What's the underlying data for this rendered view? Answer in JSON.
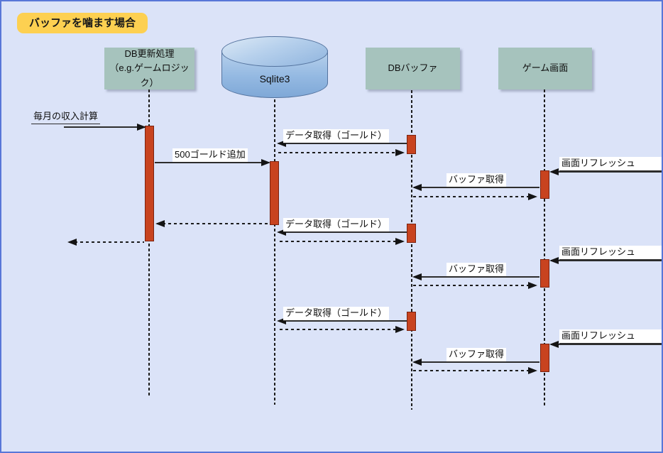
{
  "title": "バッファを噛ます場合",
  "actors": [
    {
      "id": "logic",
      "label": "DB更新処理",
      "sublabel": "（e.g.ゲームロジック）",
      "kind": "box"
    },
    {
      "id": "sqlite",
      "label": "Sqlite3",
      "sublabel": "",
      "kind": "database"
    },
    {
      "id": "buffer",
      "label": "DBバッファ",
      "sublabel": "",
      "kind": "box"
    },
    {
      "id": "screen",
      "label": "ゲーム画面",
      "sublabel": "",
      "kind": "box"
    }
  ],
  "messages": [
    {
      "label": "毎月の収入計算",
      "from": "external",
      "to": "logic",
      "style": "solid"
    },
    {
      "label": "データ取得（ゴールド）",
      "from": "buffer",
      "to": "sqlite",
      "style": "solid"
    },
    {
      "label": "",
      "from": "sqlite",
      "to": "buffer",
      "style": "dashed-return"
    },
    {
      "label": "500ゴールド追加",
      "from": "logic",
      "to": "sqlite",
      "style": "solid"
    },
    {
      "label": "画面リフレッシュ",
      "from": "external",
      "to": "screen",
      "style": "solid"
    },
    {
      "label": "バッファ取得",
      "from": "screen",
      "to": "buffer",
      "style": "solid"
    },
    {
      "label": "",
      "from": "buffer",
      "to": "screen",
      "style": "dashed-return"
    },
    {
      "label": "",
      "from": "sqlite",
      "to": "logic",
      "style": "dashed-return"
    },
    {
      "label": "データ取得（ゴールド）",
      "from": "buffer",
      "to": "sqlite",
      "style": "solid"
    },
    {
      "label": "",
      "from": "sqlite",
      "to": "buffer",
      "style": "dashed-return"
    },
    {
      "label": "",
      "from": "logic",
      "to": "external",
      "style": "dashed-return"
    },
    {
      "label": "画面リフレッシュ",
      "from": "external",
      "to": "screen",
      "style": "solid"
    },
    {
      "label": "バッファ取得",
      "from": "screen",
      "to": "buffer",
      "style": "solid"
    },
    {
      "label": "",
      "from": "buffer",
      "to": "screen",
      "style": "dashed-return"
    },
    {
      "label": "データ取得（ゴールド）",
      "from": "buffer",
      "to": "sqlite",
      "style": "solid"
    },
    {
      "label": "",
      "from": "sqlite",
      "to": "buffer",
      "style": "dashed-return"
    },
    {
      "label": "画面リフレッシュ",
      "from": "external",
      "to": "screen",
      "style": "solid"
    },
    {
      "label": "バッファ取得",
      "from": "screen",
      "to": "buffer",
      "style": "solid"
    },
    {
      "label": "",
      "from": "buffer",
      "to": "screen",
      "style": "dashed-return"
    }
  ],
  "colors": {
    "background": "#dbe3f8",
    "canvas_border": "#5877d8",
    "title_fill": "#fdd051",
    "actor_fill": "#a6c3bd",
    "database_fill": "#94b9e2",
    "activation_fill": "#c8431f",
    "line_color": "#1c1c1c"
  }
}
